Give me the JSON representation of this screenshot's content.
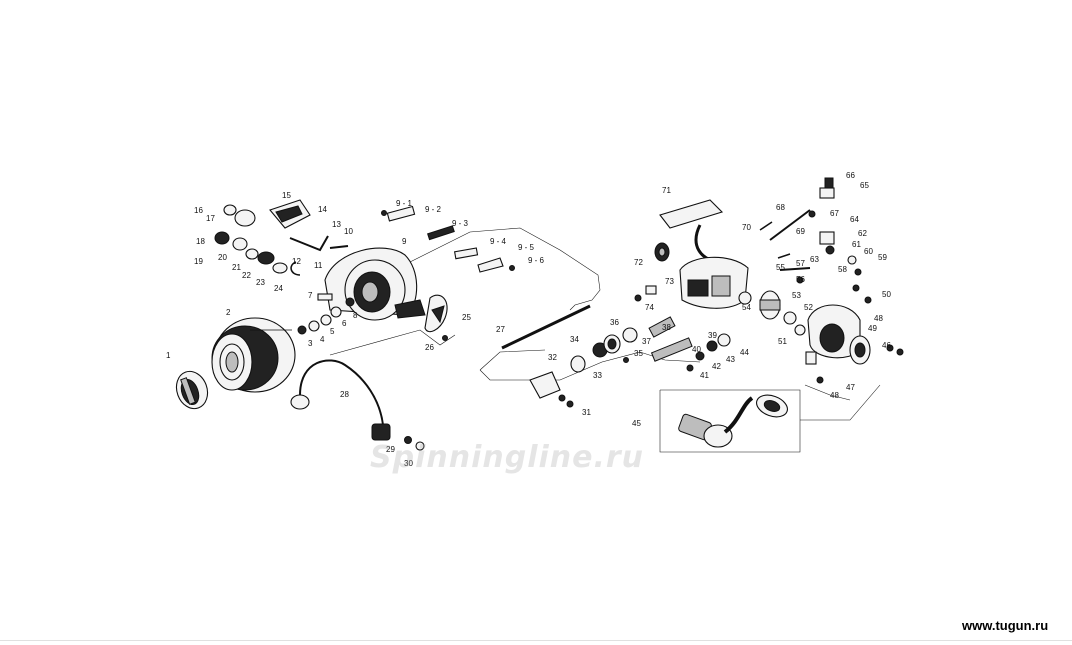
{
  "watermark": "Spinningline.ru",
  "site": "www.tugun.ru",
  "labels": [
    {
      "id": "1",
      "text": "1"
    },
    {
      "id": "2",
      "text": "2"
    },
    {
      "id": "3",
      "text": "3"
    },
    {
      "id": "4",
      "text": "4"
    },
    {
      "id": "5",
      "text": "5"
    },
    {
      "id": "6",
      "text": "6"
    },
    {
      "id": "7",
      "text": "7"
    },
    {
      "id": "8",
      "text": "8"
    },
    {
      "id": "9",
      "text": "9"
    },
    {
      "id": "9-1",
      "text": "9 - 1"
    },
    {
      "id": "9-2",
      "text": "9 - 2"
    },
    {
      "id": "9-3",
      "text": "9 - 3"
    },
    {
      "id": "9-4",
      "text": "9 - 4"
    },
    {
      "id": "9-5",
      "text": "9 - 5"
    },
    {
      "id": "9-6",
      "text": "9 - 6"
    },
    {
      "id": "10",
      "text": "10"
    },
    {
      "id": "11",
      "text": "11"
    },
    {
      "id": "12",
      "text": "12"
    },
    {
      "id": "13",
      "text": "13"
    },
    {
      "id": "14",
      "text": "14"
    },
    {
      "id": "15",
      "text": "15"
    },
    {
      "id": "16",
      "text": "16"
    },
    {
      "id": "17",
      "text": "17"
    },
    {
      "id": "18",
      "text": "18"
    },
    {
      "id": "19",
      "text": "19"
    },
    {
      "id": "20",
      "text": "20"
    },
    {
      "id": "21",
      "text": "21"
    },
    {
      "id": "22",
      "text": "22"
    },
    {
      "id": "23",
      "text": "23"
    },
    {
      "id": "24",
      "text": "24"
    },
    {
      "id": "25",
      "text": "25"
    },
    {
      "id": "26",
      "text": "26"
    },
    {
      "id": "27",
      "text": "27"
    },
    {
      "id": "28",
      "text": "28"
    },
    {
      "id": "29",
      "text": "29"
    },
    {
      "id": "30",
      "text": "30"
    },
    {
      "id": "31",
      "text": "31"
    },
    {
      "id": "32",
      "text": "32"
    },
    {
      "id": "33",
      "text": "33"
    },
    {
      "id": "34",
      "text": "34"
    },
    {
      "id": "35",
      "text": "35"
    },
    {
      "id": "36",
      "text": "36"
    },
    {
      "id": "37",
      "text": "37"
    },
    {
      "id": "38",
      "text": "38"
    },
    {
      "id": "39",
      "text": "39"
    },
    {
      "id": "40",
      "text": "40"
    },
    {
      "id": "41",
      "text": "41"
    },
    {
      "id": "42",
      "text": "42"
    },
    {
      "id": "43",
      "text": "43"
    },
    {
      "id": "44",
      "text": "44"
    },
    {
      "id": "45",
      "text": "45"
    },
    {
      "id": "46",
      "text": "46"
    },
    {
      "id": "47",
      "text": "47"
    },
    {
      "id": "48a",
      "text": "48"
    },
    {
      "id": "48b",
      "text": "48"
    },
    {
      "id": "49",
      "text": "49"
    },
    {
      "id": "50",
      "text": "50"
    },
    {
      "id": "51",
      "text": "51"
    },
    {
      "id": "52",
      "text": "52"
    },
    {
      "id": "53",
      "text": "53"
    },
    {
      "id": "54",
      "text": "54"
    },
    {
      "id": "55",
      "text": "55"
    },
    {
      "id": "56",
      "text": "56"
    },
    {
      "id": "57",
      "text": "57"
    },
    {
      "id": "58",
      "text": "58"
    },
    {
      "id": "59",
      "text": "59"
    },
    {
      "id": "60",
      "text": "60"
    },
    {
      "id": "61",
      "text": "61"
    },
    {
      "id": "62",
      "text": "62"
    },
    {
      "id": "63",
      "text": "63"
    },
    {
      "id": "64",
      "text": "64"
    },
    {
      "id": "65",
      "text": "65"
    },
    {
      "id": "66",
      "text": "66"
    },
    {
      "id": "67",
      "text": "67"
    },
    {
      "id": "68",
      "text": "68"
    },
    {
      "id": "69",
      "text": "69"
    },
    {
      "id": "70",
      "text": "70"
    },
    {
      "id": "71",
      "text": "71"
    },
    {
      "id": "72",
      "text": "72"
    },
    {
      "id": "73",
      "text": "73"
    },
    {
      "id": "74",
      "text": "74"
    }
  ]
}
